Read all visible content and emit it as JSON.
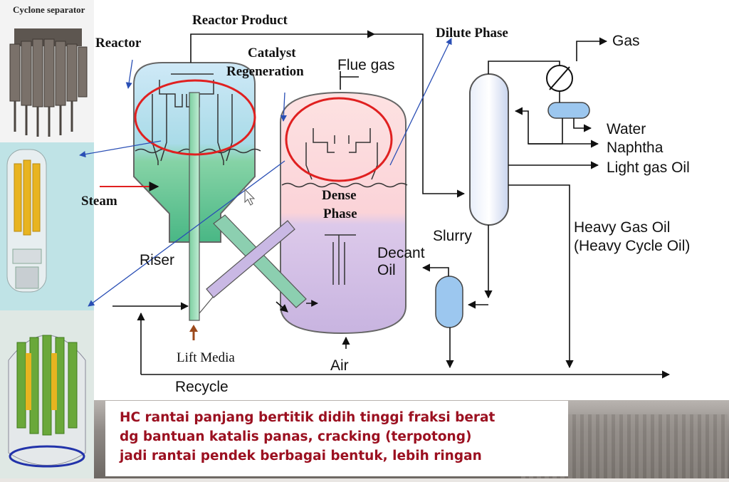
{
  "left_panel": {
    "title": "Cyclone separator"
  },
  "labels": {
    "reactor": "Reactor",
    "reactor_product": "Reactor  Product",
    "catalyst_regeneration_1": "Catalyst",
    "catalyst_regeneration_2": "Regeneration",
    "flue_gas": "Flue gas",
    "dilute_phase": "Dilute Phase",
    "steam": "Steam",
    "dense_phase_1": "Dense",
    "dense_phase_2": "Phase",
    "riser": "Riser",
    "lift_media": "Lift Media",
    "air": "Air",
    "recycle": "Recycle",
    "slurry": "Slurry",
    "decant_1": "Decant",
    "decant_2": "Oil",
    "gas": "Gas",
    "water": "Water",
    "naphtha": "Naphtha",
    "light_gas_oil": "Light gas Oil",
    "heavy_gas_oil_1": "Heavy Gas Oil",
    "heavy_gas_oil_2": "(Heavy Cycle Oil)"
  },
  "caption": {
    "line1": "HC rantai panjang bertitik didih tinggi fraksi berat",
    "line2": "dg bantuan katalis panas, cracking (terpotong)",
    "line3": "jadi rantai pendek berbagai bentuk, lebih ringan"
  },
  "colors": {
    "highlight_ring": "#e02020",
    "caption_text": "#9b1020",
    "pointer_blue": "#2a4fb5",
    "steam_arrow": "#e02020",
    "lift_arrow": "#9c4a1c"
  }
}
